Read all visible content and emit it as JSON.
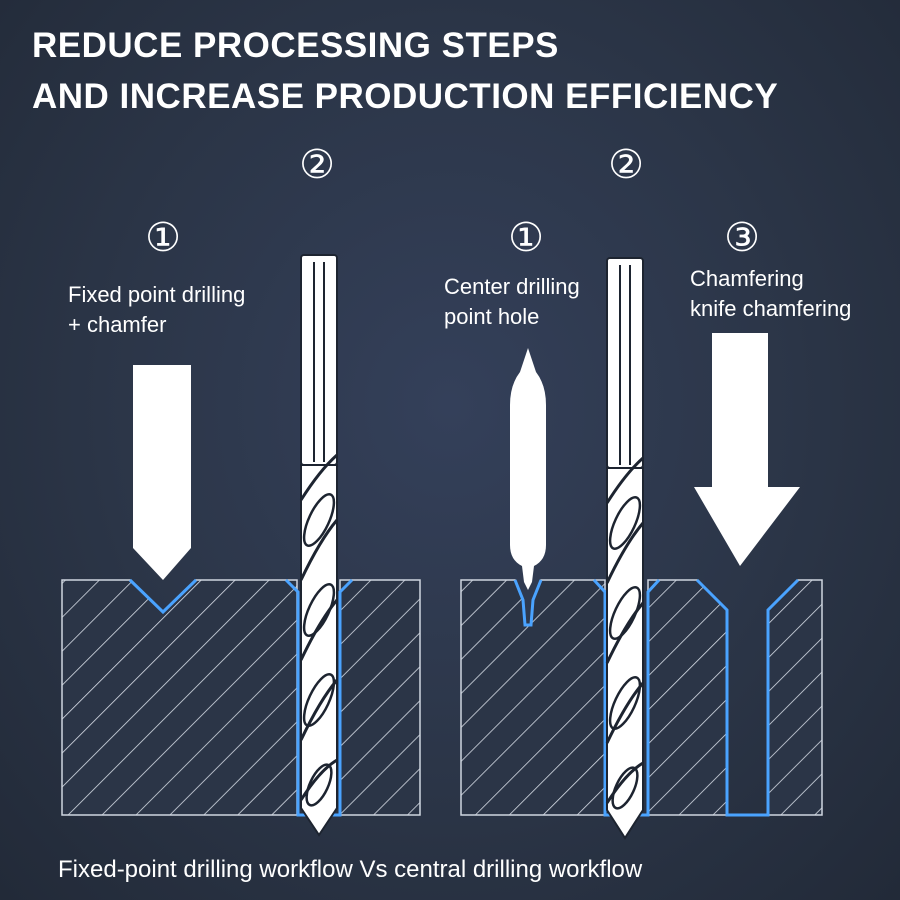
{
  "title": {
    "line1": "REDUCE PROCESSING STEPS",
    "line2": "AND INCREASE PRODUCTION EFFICIENCY"
  },
  "left_workflow": {
    "step1_number": "①",
    "step1_label_line1": "Fixed point drilling",
    "step1_label_line2": "+ chamfer",
    "step2_number": "②"
  },
  "right_workflow": {
    "step1_number": "①",
    "step1_label_line1": "Center drilling",
    "step1_label_line2": "point hole",
    "step2_number": "②",
    "step3_number": "③",
    "step3_label_line1": "Chamfering",
    "step3_label_line2": "knife chamfering"
  },
  "caption": "Fixed-point drilling workflow Vs central drilling workflow",
  "colors": {
    "background": "#2b3547",
    "accent_blue": "#4aa3ff",
    "tool_white": "#ffffff"
  }
}
